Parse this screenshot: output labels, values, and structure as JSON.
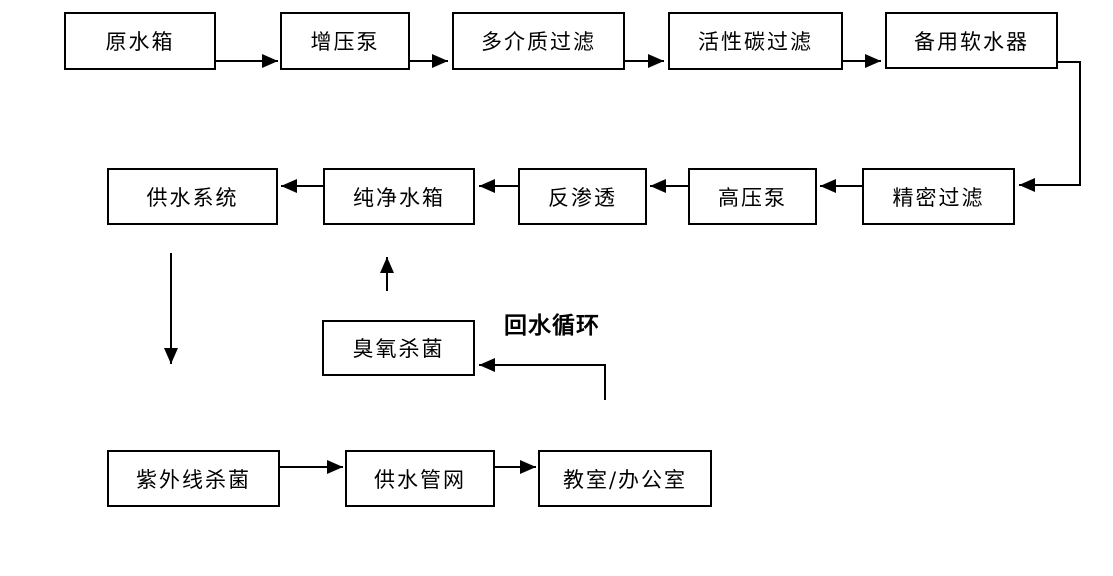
{
  "diagram": {
    "type": "flowchart",
    "background_color": "#ffffff",
    "line_color": "#000000",
    "text_color": "#000000",
    "nodes": [
      {
        "id": "raw-water-tank",
        "label": "原水箱"
      },
      {
        "id": "booster-pump",
        "label": "增压泵"
      },
      {
        "id": "multimedia-filter",
        "label": "多介质过滤"
      },
      {
        "id": "activated-carbon-filter",
        "label": "活性碳过滤"
      },
      {
        "id": "standby-water-softener",
        "label": "备用软水器"
      },
      {
        "id": "precision-filter",
        "label": "精密过滤"
      },
      {
        "id": "high-pressure-pump",
        "label": "高压泵"
      },
      {
        "id": "reverse-osmosis",
        "label": "反渗透"
      },
      {
        "id": "pure-water-tank",
        "label": "纯净水箱"
      },
      {
        "id": "water-supply-system",
        "label": "供水系统"
      },
      {
        "id": "ozone-sterilizer",
        "label": "臭氧杀菌"
      },
      {
        "id": "uv-sterilizer",
        "label": "紫外线杀菌"
      },
      {
        "id": "water-supply-pipe-network",
        "label": "供水管网"
      },
      {
        "id": "classroom-office",
        "label": "教室/办公室"
      }
    ],
    "annotations": [
      {
        "id": "return-water-loop",
        "label": "回水循环"
      }
    ],
    "edges": [
      {
        "from": "raw-water-tank",
        "to": "booster-pump"
      },
      {
        "from": "booster-pump",
        "to": "multimedia-filter"
      },
      {
        "from": "multimedia-filter",
        "to": "activated-carbon-filter"
      },
      {
        "from": "activated-carbon-filter",
        "to": "standby-water-softener"
      },
      {
        "from": "standby-water-softener",
        "to": "precision-filter"
      },
      {
        "from": "precision-filter",
        "to": "high-pressure-pump"
      },
      {
        "from": "high-pressure-pump",
        "to": "reverse-osmosis"
      },
      {
        "from": "reverse-osmosis",
        "to": "pure-water-tank"
      },
      {
        "from": "pure-water-tank",
        "to": "water-supply-system"
      },
      {
        "from": "water-supply-system",
        "to": "uv-sterilizer"
      },
      {
        "from": "ozone-sterilizer",
        "to": "pure-water-tank"
      },
      {
        "from": "classroom-office",
        "to": "ozone-sterilizer",
        "label": "回水循环"
      },
      {
        "from": "uv-sterilizer",
        "to": "water-supply-pipe-network"
      },
      {
        "from": "water-supply-pipe-network",
        "to": "classroom-office"
      }
    ]
  }
}
